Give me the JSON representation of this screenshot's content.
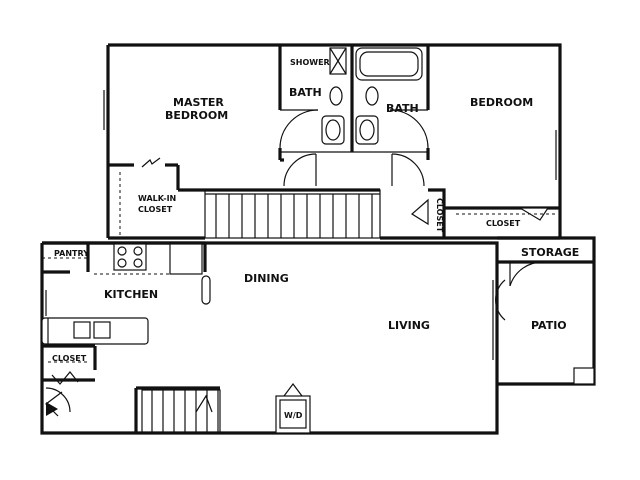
{
  "rooms": {
    "shower": "SHOWER",
    "bath_left": "BATH",
    "bath_right": "BATH",
    "master_bedroom_line1": "MASTER",
    "master_bedroom_line2": "BEDROOM",
    "bedroom": "BEDROOM",
    "walkin_closet_line1": "WALK-IN",
    "walkin_closet_line2": "CLOSET",
    "closet_vertical": "CLOSET",
    "closet_bedroom": "CLOSET",
    "storage": "STORAGE",
    "pantry": "PANTRY",
    "dining": "DINING",
    "kitchen": "KITCHEN",
    "living": "LIVING",
    "patio": "PATIO",
    "closet_entry": "CLOSET",
    "washer_dryer": "W/D"
  }
}
